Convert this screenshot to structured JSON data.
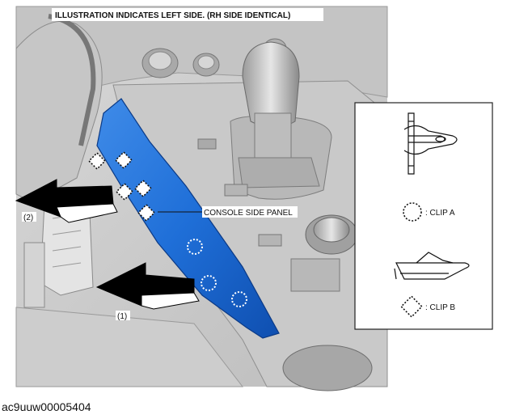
{
  "header": "ILLUSTRATION INDICATES LEFT SIDE. (RH SIDE IDENTICAL)",
  "labels": {
    "panel": "CONSOLE SIDE PANEL",
    "arrow1": "(1)",
    "arrow2": "(2)"
  },
  "legend": {
    "clip_a": ": CLIP A",
    "clip_b": ": CLIP B"
  },
  "figure_id": "ac9uuw00005404",
  "colors": {
    "panel_blue": "#1f6fd8",
    "background_gray": "#cfcfcf",
    "arrow": "#000000"
  }
}
